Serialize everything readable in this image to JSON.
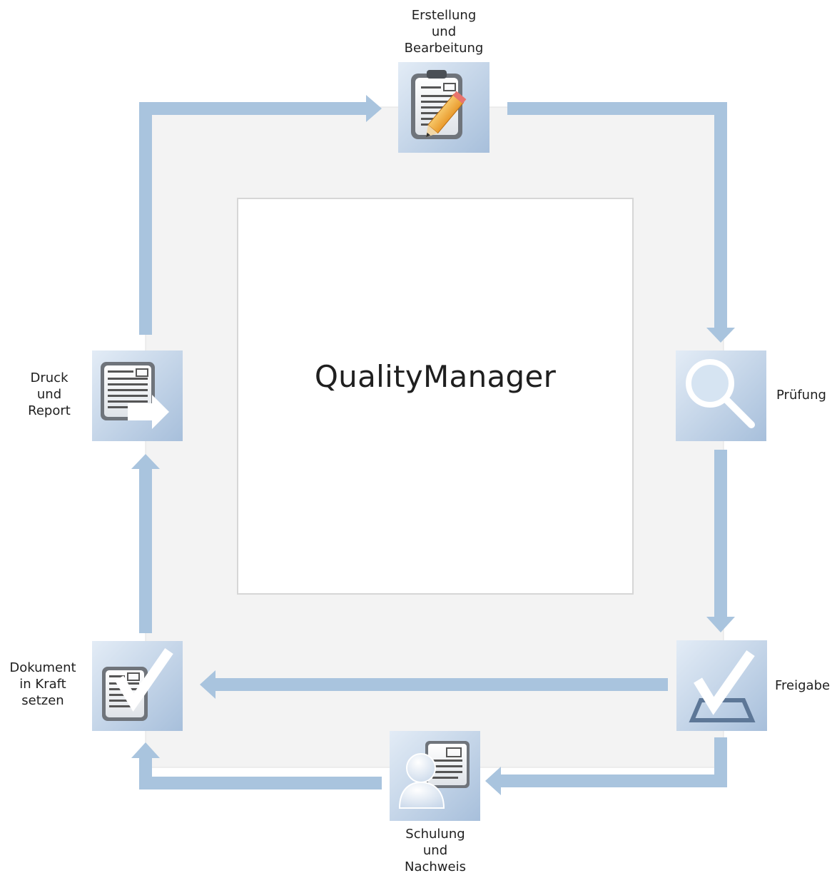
{
  "diagram": {
    "center_title": "QualityManager",
    "steps": [
      {
        "id": "erstellung",
        "icon": "clipboard-pencil-icon",
        "lines": [
          "Erstellung",
          "und",
          "Bearbeitung"
        ]
      },
      {
        "id": "pruefung",
        "icon": "magnifier-icon",
        "lines": [
          "Prüfung"
        ]
      },
      {
        "id": "freigabe",
        "icon": "checkmark-tray-icon",
        "lines": [
          "Freigabe"
        ]
      },
      {
        "id": "schulung",
        "icon": "person-document-icon",
        "lines": [
          "Schulung",
          "und",
          "Nachweis"
        ]
      },
      {
        "id": "inkraft",
        "icon": "document-checkmark-icon",
        "lines": [
          "Dokument",
          "in Kraft",
          "setzen"
        ]
      },
      {
        "id": "druck",
        "icon": "document-arrow-icon",
        "lines": [
          "Druck",
          "und",
          "Report"
        ]
      }
    ],
    "colors": {
      "arrow": "#a9c4de",
      "ring_fill": "#f3f3f3",
      "tile_light": "#dbe6f2",
      "tile_dark": "#a9c1dc",
      "inner_box_border": "#d6d6d6"
    }
  }
}
